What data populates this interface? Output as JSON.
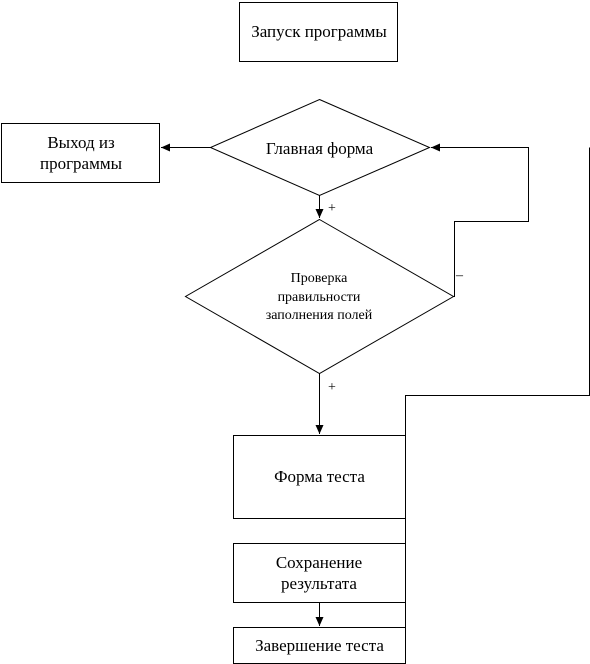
{
  "nodes": {
    "start": "Запуск программы",
    "main_form": "Главная форма",
    "exit": "Выход из программы",
    "check": "Проверка правильности заполнения полей",
    "test_form": "Форма теста",
    "save": "Сохранение результата",
    "finish": "Завершение теста"
  },
  "labels": {
    "plus_main": "+",
    "plus_check": "+",
    "minus_check": "–"
  }
}
